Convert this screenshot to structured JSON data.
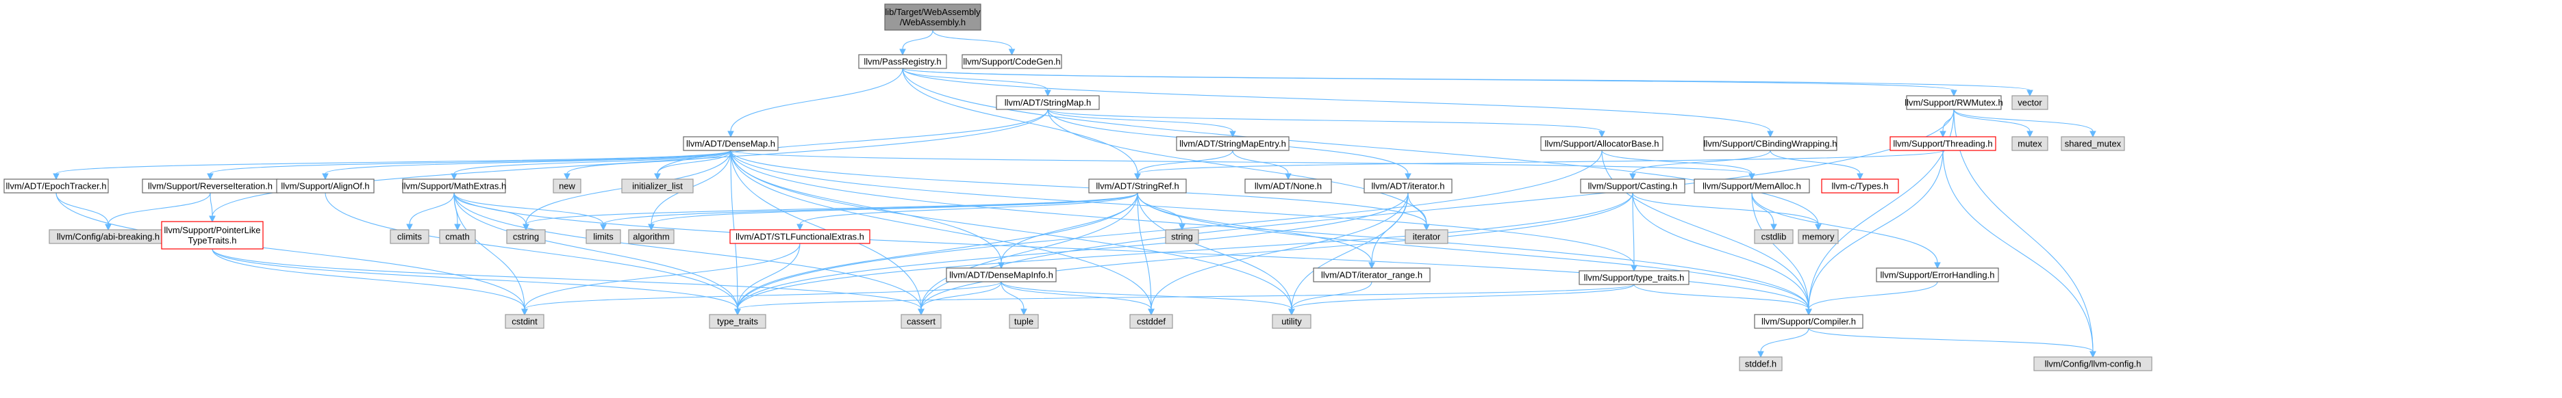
{
  "colors": {
    "background": "#ffffff",
    "edge": "#63b8ff",
    "root_fill": "#999999",
    "root_stroke": "#666666",
    "file_fill": "#ffffff",
    "file_stroke": "#666666",
    "system_fill": "#e0e0e0",
    "system_stroke": "#999999",
    "truncated_fill": "#ffffff",
    "truncated_stroke": "#ff0000",
    "text": "#000000"
  },
  "nodes": [
    {
      "id": "root",
      "kind": "root",
      "lines": [
        "lib/Target/WebAssembly",
        "/WebAssembly.h"
      ]
    },
    {
      "id": "passregistry",
      "kind": "file",
      "lines": [
        "llvm/PassRegistry.h"
      ]
    },
    {
      "id": "codegen",
      "kind": "file",
      "lines": [
        "llvm/Support/CodeGen.h"
      ]
    },
    {
      "id": "stringmap",
      "kind": "file",
      "lines": [
        "llvm/ADT/StringMap.h"
      ]
    },
    {
      "id": "rwmutex",
      "kind": "file",
      "lines": [
        "llvm/Support/RWMutex.h"
      ]
    },
    {
      "id": "vector",
      "kind": "system",
      "lines": [
        "vector"
      ]
    },
    {
      "id": "densemap",
      "kind": "file",
      "lines": [
        "llvm/ADT/DenseMap.h"
      ]
    },
    {
      "id": "stringmapentry",
      "kind": "file",
      "lines": [
        "llvm/ADT/StringMapEntry.h"
      ]
    },
    {
      "id": "allocatorbase",
      "kind": "file",
      "lines": [
        "llvm/Support/AllocatorBase.h"
      ]
    },
    {
      "id": "cbindingwrapping",
      "kind": "file",
      "lines": [
        "llvm/Support/CBindingWrapping.h"
      ]
    },
    {
      "id": "threading",
      "kind": "truncated",
      "lines": [
        "llvm/Support/Threading.h"
      ]
    },
    {
      "id": "mutex",
      "kind": "system",
      "lines": [
        "mutex"
      ]
    },
    {
      "id": "shared_mutex",
      "kind": "system",
      "lines": [
        "shared_mutex"
      ]
    },
    {
      "id": "epochtracker",
      "kind": "file",
      "lines": [
        "llvm/ADT/EpochTracker.h"
      ]
    },
    {
      "id": "reverseiteration",
      "kind": "file",
      "lines": [
        "llvm/Support/ReverseIteration.h"
      ]
    },
    {
      "id": "alignof",
      "kind": "file",
      "lines": [
        "llvm/Support/AlignOf.h"
      ]
    },
    {
      "id": "mathextras",
      "kind": "file",
      "lines": [
        "llvm/Support/MathExtras.h"
      ]
    },
    {
      "id": "new",
      "kind": "system",
      "lines": [
        "new"
      ]
    },
    {
      "id": "initializer_list",
      "kind": "system",
      "lines": [
        "initializer_list"
      ]
    },
    {
      "id": "stringref",
      "kind": "file",
      "lines": [
        "llvm/ADT/StringRef.h"
      ]
    },
    {
      "id": "none",
      "kind": "file",
      "lines": [
        "llvm/ADT/None.h"
      ]
    },
    {
      "id": "adtiterator",
      "kind": "file",
      "lines": [
        "llvm/ADT/iterator.h"
      ]
    },
    {
      "id": "memalloc",
      "kind": "file",
      "lines": [
        "llvm/Support/MemAlloc.h"
      ]
    },
    {
      "id": "casting",
      "kind": "file",
      "lines": [
        "llvm/Support/Casting.h"
      ]
    },
    {
      "id": "ctypes",
      "kind": "truncated",
      "lines": [
        "llvm-c/Types.h"
      ]
    },
    {
      "id": "abibreaking",
      "kind": "system",
      "lines": [
        "llvm/Config/abi-breaking.h"
      ]
    },
    {
      "id": "pointerliketypetraits",
      "kind": "truncated",
      "lines": [
        "llvm/Support/PointerLike",
        "TypeTraits.h"
      ]
    },
    {
      "id": "climits",
      "kind": "system",
      "lines": [
        "climits"
      ]
    },
    {
      "id": "cmath",
      "kind": "system",
      "lines": [
        "cmath"
      ]
    },
    {
      "id": "cstring",
      "kind": "system",
      "lines": [
        "cstring"
      ]
    },
    {
      "id": "limits",
      "kind": "system",
      "lines": [
        "limits"
      ]
    },
    {
      "id": "algorithm",
      "kind": "system",
      "lines": [
        "algorithm"
      ]
    },
    {
      "id": "stlfunctionalextras",
      "kind": "truncated",
      "lines": [
        "llvm/ADT/STLFunctionalExtras.h"
      ]
    },
    {
      "id": "densemapinfo",
      "kind": "file",
      "lines": [
        "llvm/ADT/DenseMapInfo.h"
      ]
    },
    {
      "id": "string",
      "kind": "system",
      "lines": [
        "string"
      ]
    },
    {
      "id": "iterator_range",
      "kind": "file",
      "lines": [
        "llvm/ADT/iterator_range.h"
      ]
    },
    {
      "id": "iterator",
      "kind": "system",
      "lines": [
        "iterator"
      ]
    },
    {
      "id": "cstdlib",
      "kind": "system",
      "lines": [
        "cstdlib"
      ]
    },
    {
      "id": "memory",
      "kind": "system",
      "lines": [
        "memory"
      ]
    },
    {
      "id": "errorhandling",
      "kind": "file",
      "lines": [
        "llvm/Support/ErrorHandling.h"
      ]
    },
    {
      "id": "typetraitsh",
      "kind": "file",
      "lines": [
        "llvm/Support/type_traits.h"
      ]
    },
    {
      "id": "cstdint",
      "kind": "system",
      "lines": [
        "cstdint"
      ]
    },
    {
      "id": "type_traits",
      "kind": "system",
      "lines": [
        "type_traits"
      ]
    },
    {
      "id": "cassert",
      "kind": "system",
      "lines": [
        "cassert"
      ]
    },
    {
      "id": "tuple",
      "kind": "system",
      "lines": [
        "tuple"
      ]
    },
    {
      "id": "cstddef",
      "kind": "system",
      "lines": [
        "cstddef"
      ]
    },
    {
      "id": "utility",
      "kind": "system",
      "lines": [
        "utility"
      ]
    },
    {
      "id": "compiler",
      "kind": "file",
      "lines": [
        "llvm/Support/Compiler.h"
      ]
    },
    {
      "id": "stddef",
      "kind": "system",
      "lines": [
        "stddef.h"
      ]
    },
    {
      "id": "llvmconfig",
      "kind": "system",
      "lines": [
        "llvm/Config/llvm-config.h"
      ]
    }
  ],
  "edges": [
    [
      "root",
      "passregistry"
    ],
    [
      "root",
      "codegen"
    ],
    [
      "passregistry",
      "stringmap"
    ],
    [
      "passregistry",
      "rwmutex"
    ],
    [
      "passregistry",
      "vector"
    ],
    [
      "passregistry",
      "densemap"
    ],
    [
      "passregistry",
      "stringref"
    ],
    [
      "passregistry",
      "cbindingwrapping"
    ],
    [
      "passregistry",
      "memory"
    ],
    [
      "stringmap",
      "stringmapentry"
    ],
    [
      "stringmap",
      "allocatorbase"
    ],
    [
      "stringmap",
      "adtiterator"
    ],
    [
      "stringmap",
      "initializer_list"
    ],
    [
      "stringmap",
      "iterator"
    ],
    [
      "stringmap",
      "pointerliketypetraits"
    ],
    [
      "stringmapentry",
      "stringref"
    ],
    [
      "stringmapentry",
      "none"
    ],
    [
      "allocatorbase",
      "compiler"
    ],
    [
      "allocatorbase",
      "memalloc"
    ],
    [
      "allocatorbase",
      "type_traits"
    ],
    [
      "rwmutex",
      "threading"
    ],
    [
      "rwmutex",
      "mutex"
    ],
    [
      "rwmutex",
      "shared_mutex"
    ],
    [
      "rwmutex",
      "llvmconfig"
    ],
    [
      "rwmutex",
      "compiler"
    ],
    [
      "rwmutex",
      "cassert"
    ],
    [
      "threading",
      "compiler"
    ],
    [
      "threading",
      "llvmconfig"
    ],
    [
      "threading",
      "stringref"
    ],
    [
      "cbindingwrapping",
      "ctypes"
    ],
    [
      "cbindingwrapping",
      "casting"
    ],
    [
      "densemap",
      "epochtracker"
    ],
    [
      "densemap",
      "reverseiteration"
    ],
    [
      "densemap",
      "alignof"
    ],
    [
      "densemap",
      "mathextras"
    ],
    [
      "densemap",
      "new"
    ],
    [
      "densemap",
      "initializer_list"
    ],
    [
      "densemap",
      "densemapinfo"
    ],
    [
      "densemap",
      "memalloc"
    ],
    [
      "densemap",
      "compiler"
    ],
    [
      "densemap",
      "typetraitsh"
    ],
    [
      "densemap",
      "algorithm"
    ],
    [
      "densemap",
      "cassert"
    ],
    [
      "densemap",
      "cstddef"
    ],
    [
      "densemap",
      "cstring"
    ],
    [
      "densemap",
      "iterator"
    ],
    [
      "densemap",
      "type_traits"
    ],
    [
      "densemap",
      "utility"
    ],
    [
      "epochtracker",
      "abibreaking"
    ],
    [
      "epochtracker",
      "cstdint"
    ],
    [
      "reverseiteration",
      "abibreaking"
    ],
    [
      "reverseiteration",
      "pointerliketypetraits"
    ],
    [
      "pointerliketypetraits",
      "cassert"
    ],
    [
      "pointerliketypetraits",
      "cstdint"
    ],
    [
      "pointerliketypetraits",
      "type_traits"
    ],
    [
      "alignof",
      "type_traits"
    ],
    [
      "mathextras",
      "compiler"
    ],
    [
      "mathextras",
      "cassert"
    ],
    [
      "mathextras",
      "climits"
    ],
    [
      "mathextras",
      "cmath"
    ],
    [
      "mathextras",
      "cstdint"
    ],
    [
      "mathextras",
      "cstring"
    ],
    [
      "mathextras",
      "limits"
    ],
    [
      "mathextras",
      "type_traits"
    ],
    [
      "stringref",
      "stlfunctionalextras"
    ],
    [
      "stringref",
      "densemapinfo"
    ],
    [
      "stringref",
      "iterator_range"
    ],
    [
      "stringref",
      "compiler"
    ],
    [
      "stringref",
      "algorithm"
    ],
    [
      "stringref",
      "cassert"
    ],
    [
      "stringref",
      "cstddef"
    ],
    [
      "stringref",
      "cstring"
    ],
    [
      "stringref",
      "limits"
    ],
    [
      "stringref",
      "string"
    ],
    [
      "stringref",
      "type_traits"
    ],
    [
      "stringref",
      "utility"
    ],
    [
      "stlfunctionalextras",
      "cstdint"
    ],
    [
      "stlfunctionalextras",
      "type_traits"
    ],
    [
      "densemapinfo",
      "cassert"
    ],
    [
      "densemapinfo",
      "cstddef"
    ],
    [
      "densemapinfo",
      "cstdint"
    ],
    [
      "densemapinfo",
      "tuple"
    ],
    [
      "densemapinfo",
      "utility"
    ],
    [
      "iterator_range",
      "utility"
    ],
    [
      "adtiterator",
      "iterator_range"
    ],
    [
      "adtiterator",
      "cstddef"
    ],
    [
      "adtiterator",
      "iterator"
    ],
    [
      "adtiterator",
      "type_traits"
    ],
    [
      "adtiterator",
      "utility"
    ],
    [
      "memalloc",
      "compiler"
    ],
    [
      "memalloc",
      "errorhandling"
    ],
    [
      "memalloc",
      "cstdlib"
    ],
    [
      "errorhandling",
      "compiler"
    ],
    [
      "casting",
      "typetraitsh"
    ],
    [
      "casting",
      "compiler"
    ],
    [
      "casting",
      "cassert"
    ],
    [
      "casting",
      "memory"
    ],
    [
      "casting",
      "type_traits"
    ],
    [
      "typetraitsh",
      "compiler"
    ],
    [
      "typetraitsh",
      "type_traits"
    ],
    [
      "typetraitsh",
      "utility"
    ],
    [
      "compiler",
      "llvmconfig"
    ],
    [
      "compiler",
      "stddef"
    ]
  ]
}
